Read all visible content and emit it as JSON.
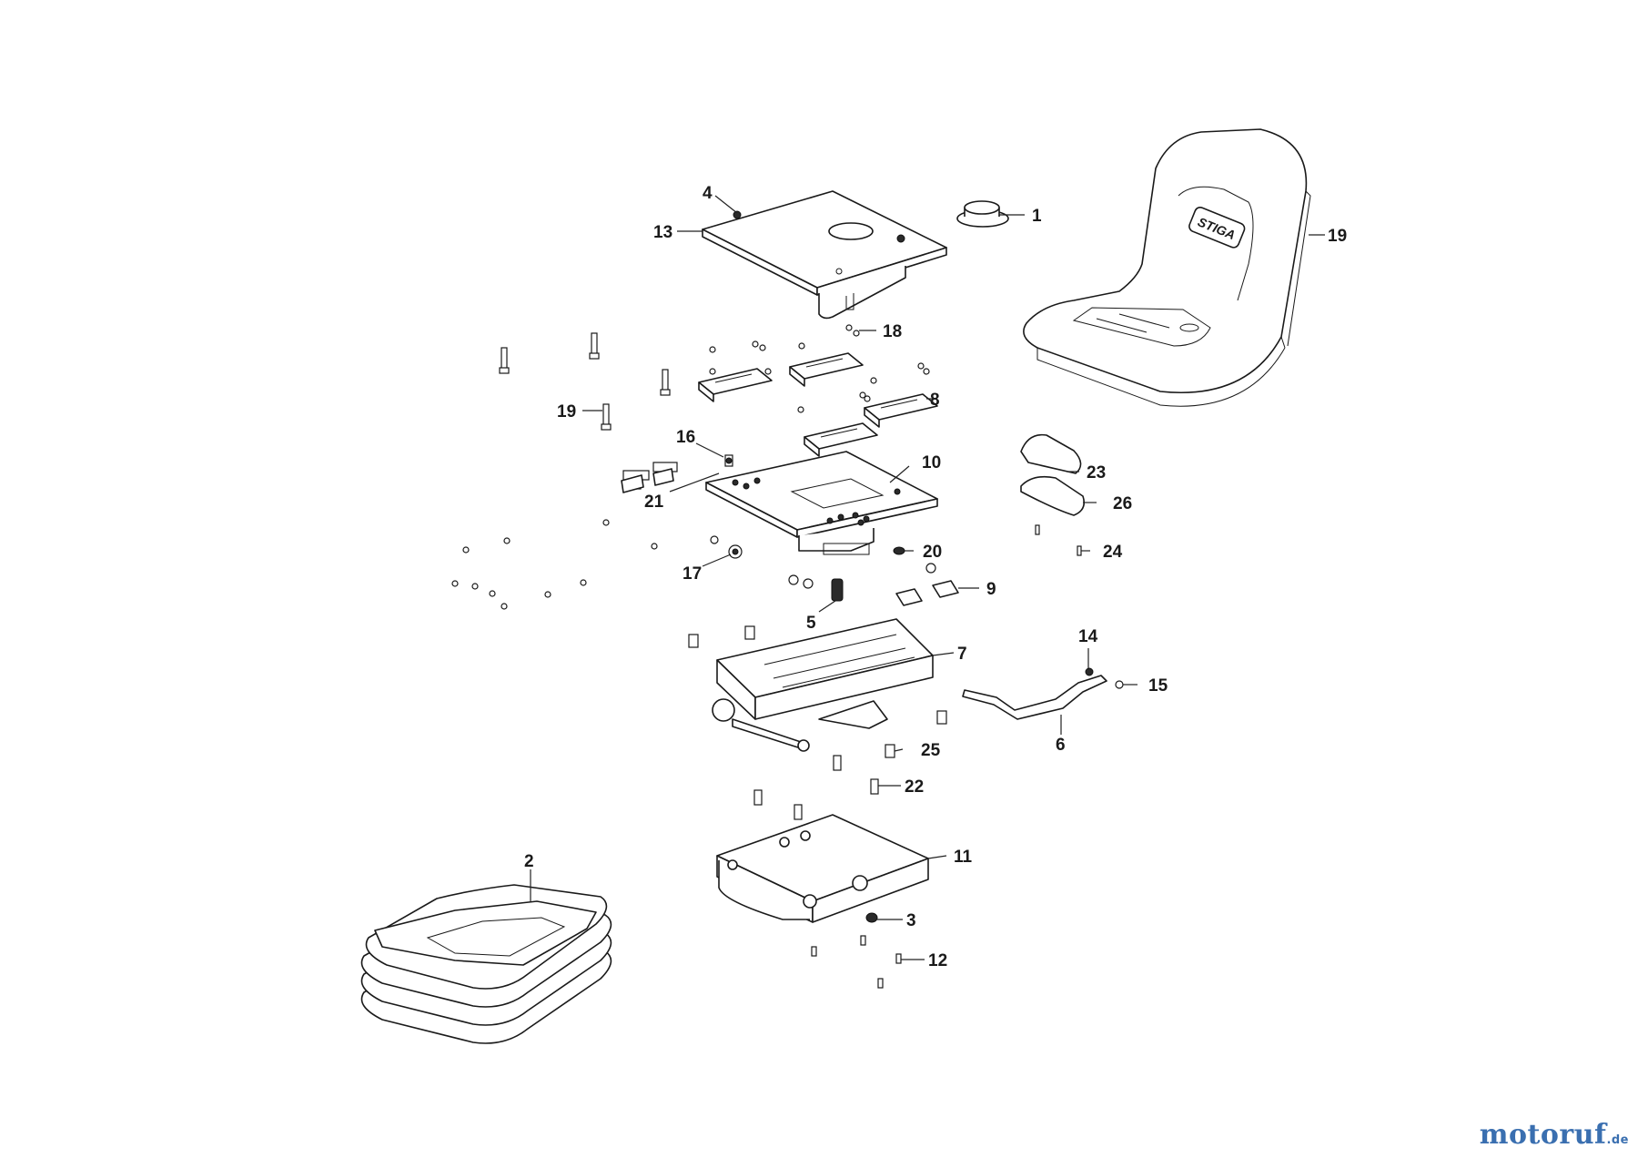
{
  "callouts": [
    {
      "id": "c1",
      "text": "1"
    },
    {
      "id": "c2",
      "text": "2"
    },
    {
      "id": "c3",
      "text": "3"
    },
    {
      "id": "c4",
      "text": "4"
    },
    {
      "id": "c5",
      "text": "5"
    },
    {
      "id": "c6",
      "text": "6"
    },
    {
      "id": "c7",
      "text": "7"
    },
    {
      "id": "c8",
      "text": "8"
    },
    {
      "id": "c9",
      "text": "9"
    },
    {
      "id": "c10",
      "text": "10"
    },
    {
      "id": "c11",
      "text": "11"
    },
    {
      "id": "c12",
      "text": "12"
    },
    {
      "id": "c13",
      "text": "13"
    },
    {
      "id": "c14",
      "text": "14"
    },
    {
      "id": "c15",
      "text": "15"
    },
    {
      "id": "c16",
      "text": "16"
    },
    {
      "id": "c17",
      "text": "17"
    },
    {
      "id": "c18",
      "text": "18"
    },
    {
      "id": "c19a",
      "text": "19"
    },
    {
      "id": "c19b",
      "text": "19"
    },
    {
      "id": "c20",
      "text": "20"
    },
    {
      "id": "c21",
      "text": "21"
    },
    {
      "id": "c22",
      "text": "22"
    },
    {
      "id": "c23",
      "text": "23"
    },
    {
      "id": "c24",
      "text": "24"
    },
    {
      "id": "c25",
      "text": "25"
    },
    {
      "id": "c26",
      "text": "26"
    }
  ],
  "seat_logo": "STIGA",
  "watermark": {
    "main": "motoruf",
    "tld": ".de"
  }
}
